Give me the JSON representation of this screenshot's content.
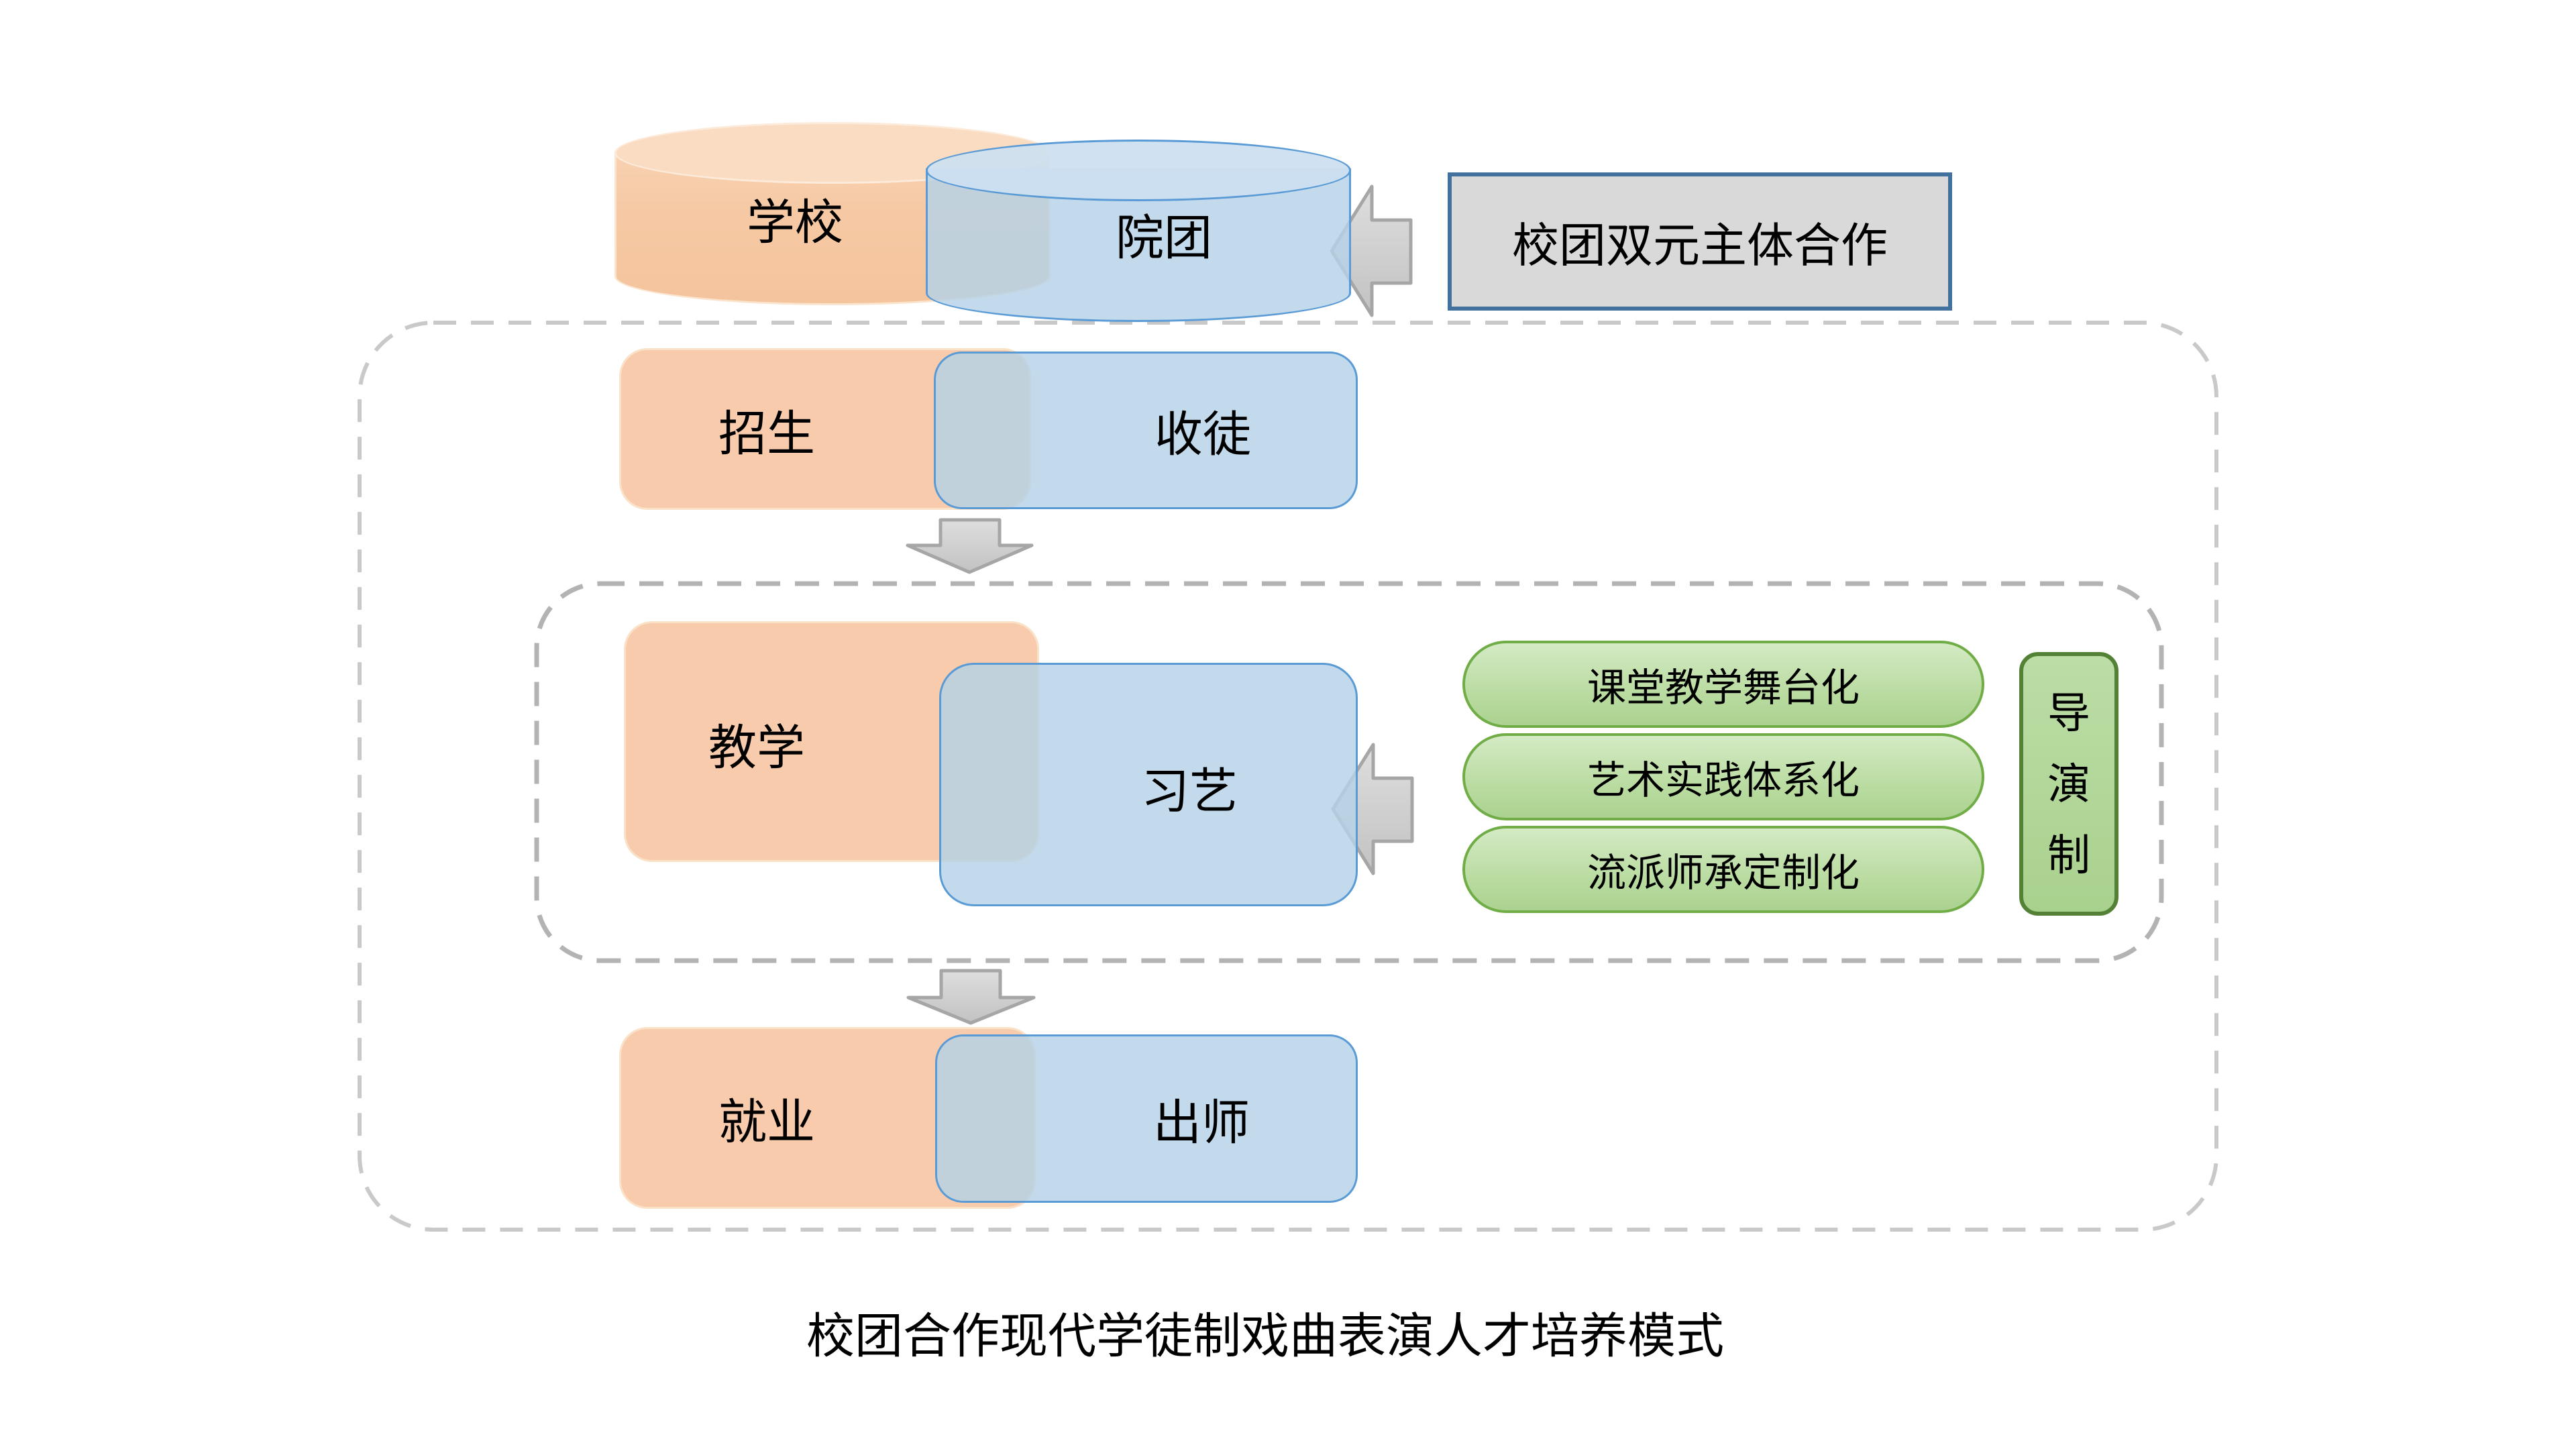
{
  "diagram": {
    "title": "校团合作现代学徒制戏曲表演人才培养模式",
    "cooperation_label": "校团双元主体合作",
    "entities": {
      "school": "学校",
      "troupe": "院团"
    },
    "stages": {
      "school_recruit": "招生",
      "troupe_recruit": "收徒",
      "school_teach": "教学",
      "troupe_train": "习艺",
      "school_employ": "就业",
      "troupe_graduate": "出师"
    },
    "methods": [
      "课堂教学舞台化",
      "艺术实践体系化",
      "流派师承定制化"
    ],
    "director": {
      "label": "导演制",
      "chars": [
        "导",
        "演",
        "制"
      ]
    },
    "colors": {
      "school_orange": "#F8CBAD",
      "school_orange_top": "#FADCC2",
      "troupe_blue": "#BDD7EE",
      "troupe_blue_border": "#5B9BD5",
      "method_green_fill": "#A9D18E",
      "method_green_border": "#70AD47",
      "director_green_border": "#538135",
      "cooperation_gray_fill": "#D9D9D9",
      "cooperation_border": "#41719C",
      "arrow_gray_fill": "#D3D3D3",
      "arrow_gray_border": "#A6A6A6",
      "outer_dash_gray": "#C9C9C9",
      "inner_dash_gray": "#B3B3B3"
    }
  }
}
